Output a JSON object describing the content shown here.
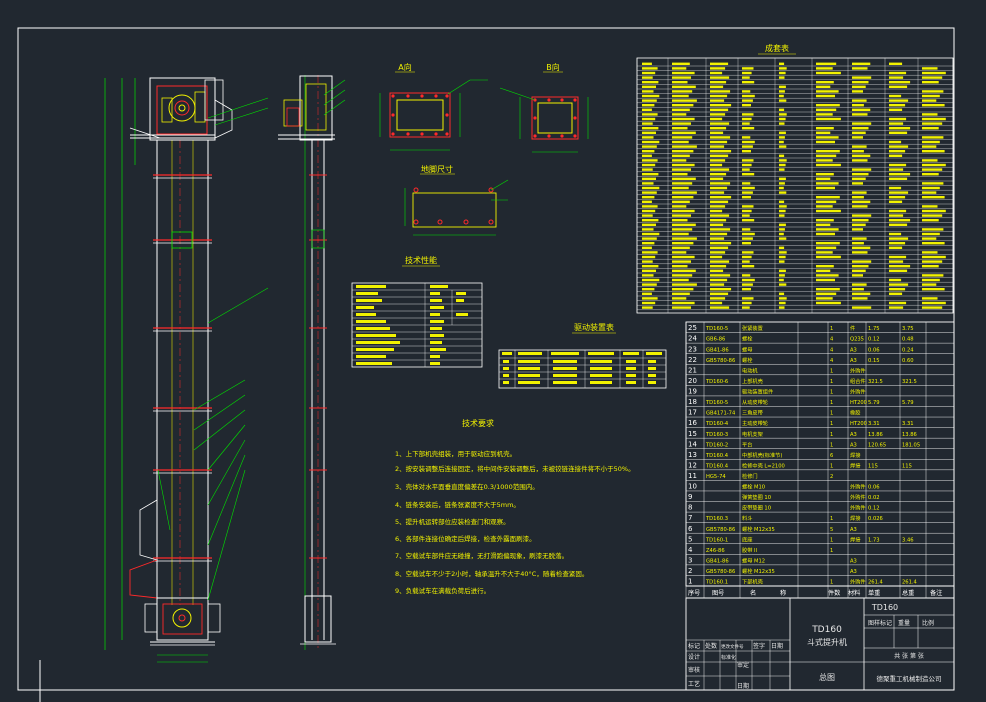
{
  "titles": {
    "view_a": "A向",
    "view_b": "B向",
    "foundation": "地脚尺寸",
    "tech_perf": "技术性能",
    "drive_table": "驱动装置表",
    "tech_req": "技术要求",
    "bom": "成套表"
  },
  "tech_requirements": [
    "1、上下部机壳组装，用于驱动应到机壳。",
    "2、按安装调整后连接固定，将中间件安装调整后，未被铰链连接件将不小于50%。",
    "3、壳体对水平面垂直度偏差在0.3/1000范围内。",
    "4、链条安装后，链条张紧度不大于5mm。",
    "5、提升机运转部位应装检查门和观察。",
    "6、各部件连接位确定后焊接，检查外露面刷漆。",
    "7、空载试车部件应无碰撞，无打滑跑偏现象，刷漆无脱落。",
    "8、空载试车不少于2小时，轴承温升不大于40°C，随着检查紧固。",
    "9、负载试车在满载负荷后进行。"
  ],
  "parts": [
    {
      "no": "25",
      "code": "TD160-5",
      "name": "张紧装置",
      "qty": "1",
      "mat": "件",
      "w1": "1.75",
      "w2": "3.75"
    },
    {
      "no": "24",
      "code": "GB6-86",
      "name": "螺栓",
      "qty": "4",
      "mat": "Q235",
      "w1": "0.12",
      "w2": "0.48"
    },
    {
      "no": "23",
      "code": "GB41-86",
      "name": "螺母",
      "qty": "4",
      "mat": "A3",
      "w1": "0.06",
      "w2": "0.24"
    },
    {
      "no": "22",
      "code": "GB5780-86",
      "name": "螺栓",
      "qty": "4",
      "mat": "A3",
      "w1": "0.15",
      "w2": "0.60"
    },
    {
      "no": "21",
      "code": "",
      "name": "电动机",
      "qty": "1",
      "mat": "外购件",
      "w1": "",
      "w2": ""
    },
    {
      "no": "20",
      "code": "TD160-6",
      "name": "上部机壳",
      "qty": "1",
      "mat": "组合件",
      "w1": "321.5",
      "w2": "321.5"
    },
    {
      "no": "19",
      "code": "",
      "name": "驱动装置组件",
      "qty": "1",
      "mat": "外购件",
      "w1": "",
      "w2": ""
    },
    {
      "no": "18",
      "code": "TD160-5",
      "name": "从动皮带轮",
      "qty": "1",
      "mat": "HT200",
      "w1": "5.79",
      "w2": "5.79"
    },
    {
      "no": "17",
      "code": "GB4171-74",
      "name": "三角皮带",
      "qty": "1",
      "mat": "橡胶",
      "w1": "",
      "w2": ""
    },
    {
      "no": "16",
      "code": "TD160-4",
      "name": "主动皮带轮",
      "qty": "1",
      "mat": "HT200",
      "w1": "3.31",
      "w2": "3.31"
    },
    {
      "no": "15",
      "code": "TD160-3",
      "name": "电机支架",
      "qty": "1",
      "mat": "A3",
      "w1": "13.86",
      "w2": "13.86"
    },
    {
      "no": "14",
      "code": "TD160-2",
      "name": "平台",
      "qty": "1",
      "mat": "A3",
      "w1": "120.65",
      "w2": "181.05"
    },
    {
      "no": "13",
      "code": "TD160.4",
      "name": "中部机壳(标准节)",
      "qty": "6",
      "mat": "焊接",
      "w1": "",
      "w2": ""
    },
    {
      "no": "12",
      "code": "TD160.4",
      "name": "检修中壳 L=2100",
      "qty": "1",
      "mat": "焊接",
      "w1": "115",
      "w2": "115"
    },
    {
      "no": "11",
      "code": "HG5-74",
      "name": "检修门",
      "qty": "2",
      "mat": "",
      "w1": "",
      "w2": ""
    },
    {
      "no": "10",
      "code": "",
      "name": "螺栓 M10",
      "qty": "",
      "mat": "外购件",
      "w1": "0.06",
      "w2": ""
    },
    {
      "no": "9",
      "code": "",
      "name": "弹簧垫圈 10",
      "qty": "",
      "mat": "外购件",
      "w1": "0.02",
      "w2": ""
    },
    {
      "no": "8",
      "code": "",
      "name": "皮带垫圈 10",
      "qty": "",
      "mat": "外购件",
      "w1": "0.12",
      "w2": ""
    },
    {
      "no": "7",
      "code": "TD160.3",
      "name": "料斗",
      "qty": "1",
      "mat": "焊接",
      "w1": "0.026",
      "w2": ""
    },
    {
      "no": "6",
      "code": "GB5780-86",
      "name": "螺栓 M12x35",
      "qty": "5",
      "mat": "A3",
      "w1": "",
      "w2": ""
    },
    {
      "no": "5",
      "code": "TD160-1",
      "name": "底座",
      "qty": "1",
      "mat": "焊接",
      "w1": "1.73",
      "w2": "3.46"
    },
    {
      "no": "4",
      "code": "Z46-86",
      "name": "胶带 II",
      "qty": "1",
      "mat": "",
      "w1": "",
      "w2": ""
    },
    {
      "no": "3",
      "code": "GB41-86",
      "name": "螺母 M12",
      "qty": "",
      "mat": "A3",
      "w1": "",
      "w2": ""
    },
    {
      "no": "2",
      "code": "GB5780-86",
      "name": "螺栓 M12x35",
      "qty": "",
      "mat": "A3",
      "w1": "",
      "w2": ""
    },
    {
      "no": "1",
      "code": "TD160.1",
      "name": "下部机壳",
      "qty": "1",
      "mat": "外购件",
      "w1": "261.4",
      "w2": "261.4"
    }
  ],
  "parts_header": [
    "序号",
    "图号",
    "名",
    "称",
    "件数",
    "材料",
    "单重",
    "总重",
    "备注"
  ],
  "title_block": {
    "model": "TD160",
    "product": "斗式提升机",
    "drawing": "总图",
    "company": "德聚重工机械制造公司",
    "code": "TD160",
    "stage_label": "图样标记",
    "weight_label": "重量",
    "scale_label": "比例",
    "sheet": "共 张 第 张",
    "sign_row": [
      "标记",
      "处数",
      "更改文件号",
      "签字",
      "日期"
    ],
    "design": "设计",
    "standard": "标准化",
    "check": "审核",
    "process": "工艺",
    "approve": "审定",
    "date": "日期"
  },
  "colors": {
    "bg": "#212830",
    "line": "#ffffff",
    "yellow": "#f2f200",
    "red": "#ff2a2a",
    "green": "#00e000",
    "cyan": "#00c8ff"
  }
}
